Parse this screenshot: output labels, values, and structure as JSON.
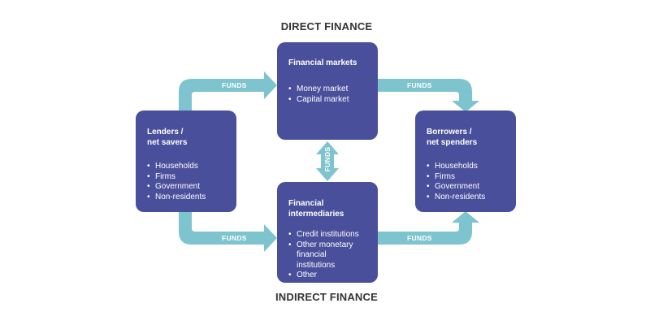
{
  "titles": {
    "direct": "DIRECT FINANCE",
    "indirect": "INDIRECT FINANCE"
  },
  "boxes": {
    "lenders": {
      "title": "Lenders /\nnet savers",
      "items": [
        "Households",
        "Firms",
        "Government",
        "Non-residents"
      ]
    },
    "markets": {
      "title": "Financial markets",
      "items": [
        "Money market",
        "Capital market"
      ]
    },
    "intermediaries": {
      "title": "Financial\nintermediaries",
      "items": [
        "Credit institutions",
        "Other monetary financial institutions",
        "Other"
      ]
    },
    "borrowers": {
      "title": "Borrowers /\nnet spenders",
      "items": [
        "Households",
        "Firms",
        "Government",
        "Non-residents"
      ]
    }
  },
  "flows": {
    "top_left": "FUNDS",
    "top_right": "FUNDS",
    "bottom_left": "FUNDS",
    "bottom_right": "FUNDS",
    "vertical": "FUNDS"
  },
  "colors": {
    "box": "#4a4f9b",
    "arrow": "#7ec4cf",
    "title_text": "#333333"
  }
}
